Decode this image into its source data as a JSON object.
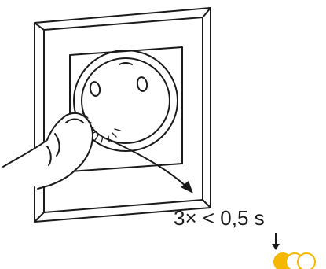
{
  "instruction": {
    "press_text": "3× < 0,5 s"
  },
  "icons": {
    "hand": "hand-icon",
    "socket": "wall-socket-icon",
    "press_sparks": "press-sparks-icon",
    "arrow": "curved-arrow-icon",
    "led": "led-indicator-icon"
  },
  "colors": {
    "outline": "#1a1a1a",
    "led_active": "#f5b800",
    "led_ring": "#f5b800",
    "background": "#ffffff"
  },
  "led_indicators": [
    {
      "state": "lit"
    },
    {
      "state": "off"
    },
    {
      "state": "off"
    }
  ]
}
